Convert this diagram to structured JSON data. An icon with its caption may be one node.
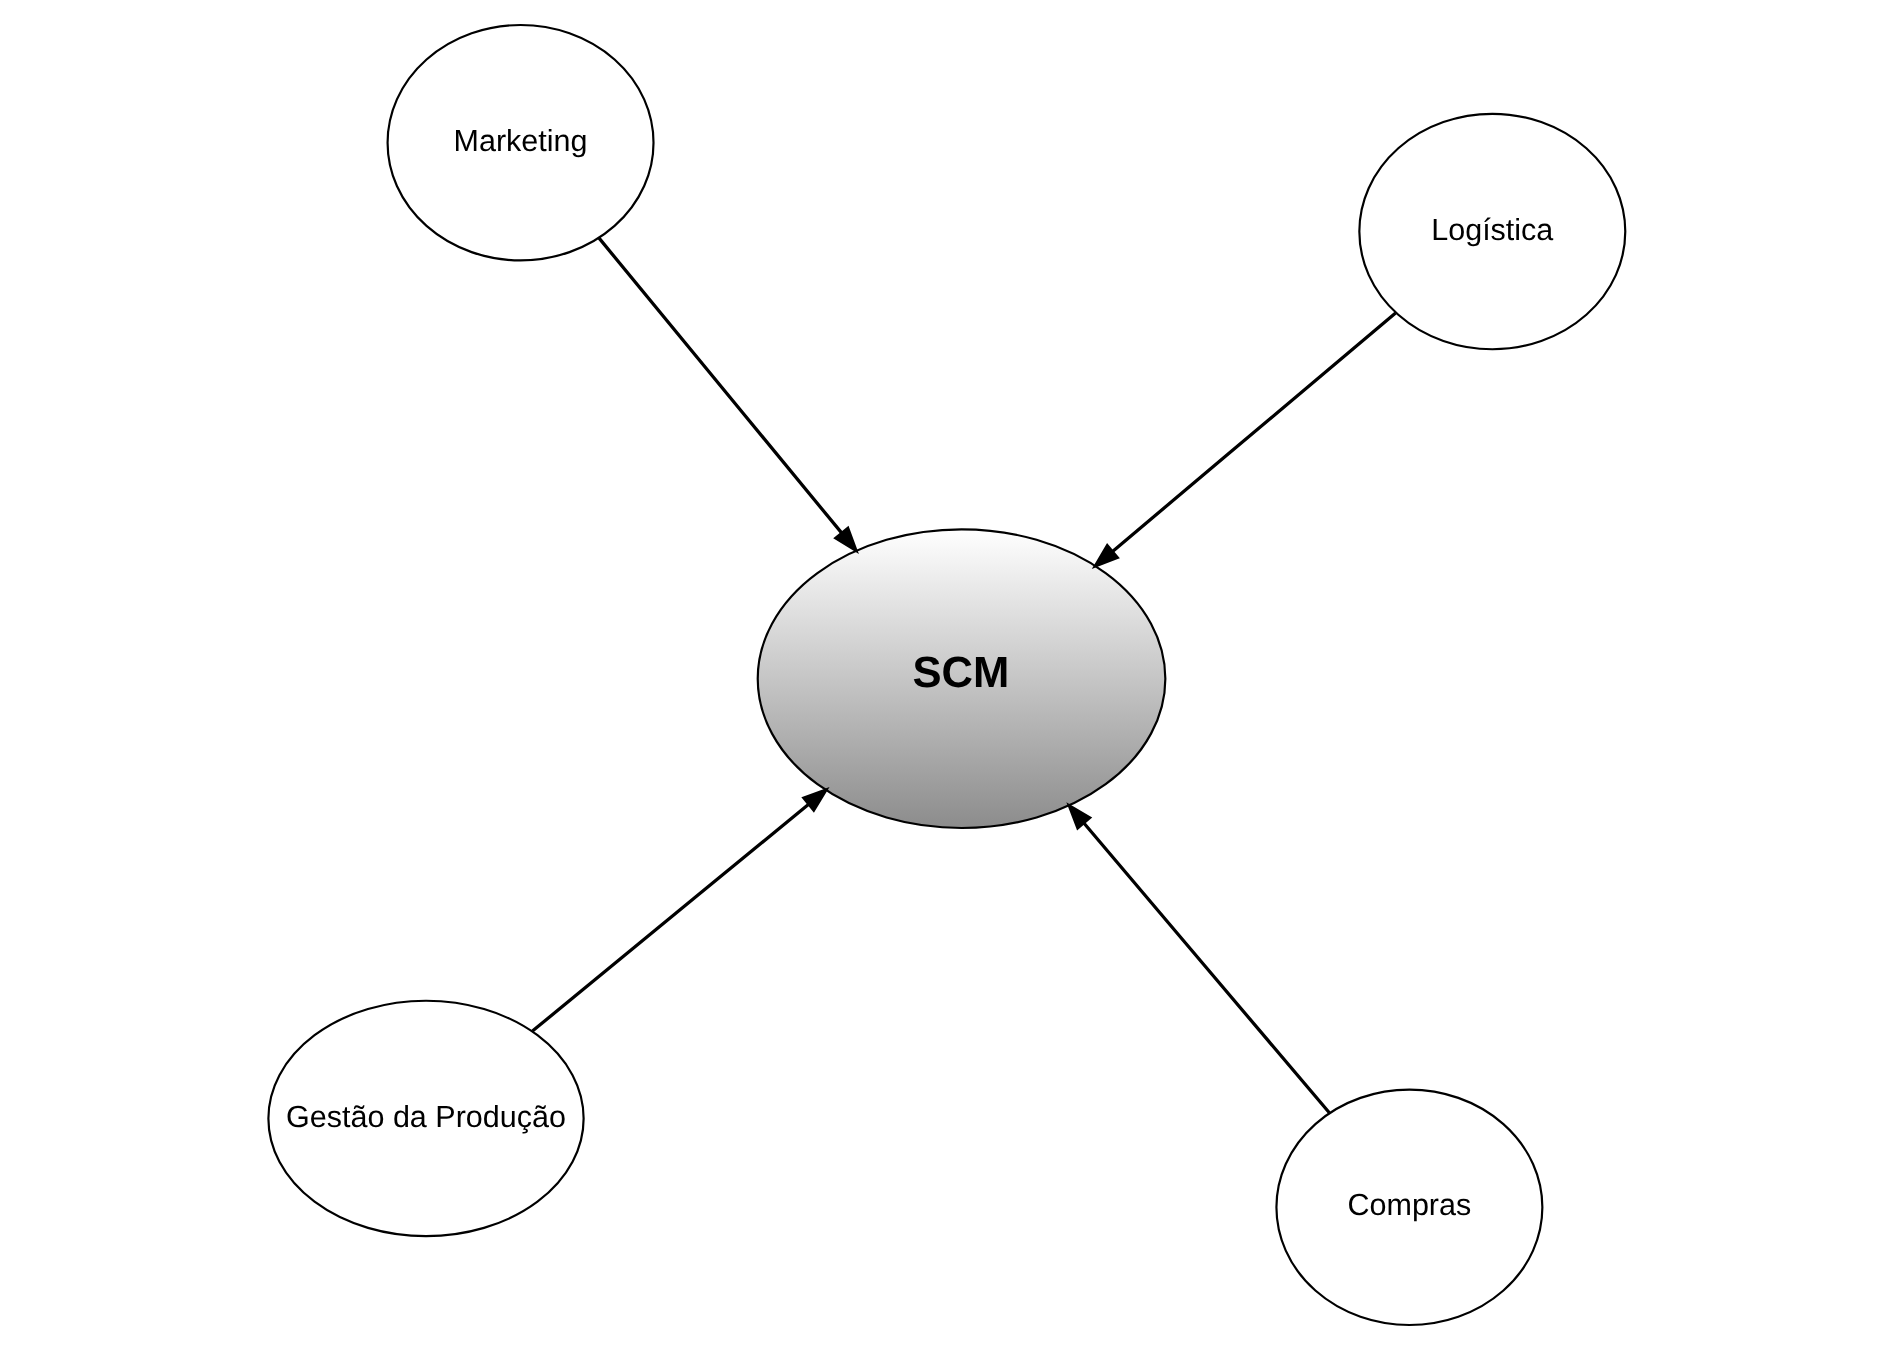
{
  "diagram": {
    "nodes": [
      {
        "text": [
          "Gestão da Produção"
        ]
      },
      {
        "text": [
          "Compras"
        ]
      },
      {
        "text": [
          "SCM"
        ]
      },
      {
        "text": [
          "Marketing"
        ]
      },
      {
        "text": [
          "Logística"
        ]
      }
    ],
    "edges": [
      {
        "from": 0,
        "to": 2,
        "arrow": "to"
      },
      {
        "from": 1,
        "to": 2,
        "arrow": "to"
      },
      {
        "from": 3,
        "to": 2,
        "arrow": "to"
      },
      {
        "from": 4,
        "to": 2,
        "arrow": "to"
      }
    ]
  }
}
